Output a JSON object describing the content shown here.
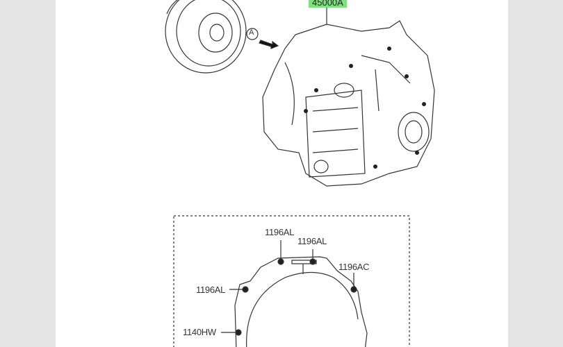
{
  "main_part": {
    "code": "45000A"
  },
  "view_marker": "A",
  "callouts": [
    {
      "code": "1196AL"
    },
    {
      "code": "1196AL"
    },
    {
      "code": "1196AC"
    },
    {
      "code": "1196AL"
    },
    {
      "code": "1140HW"
    }
  ]
}
